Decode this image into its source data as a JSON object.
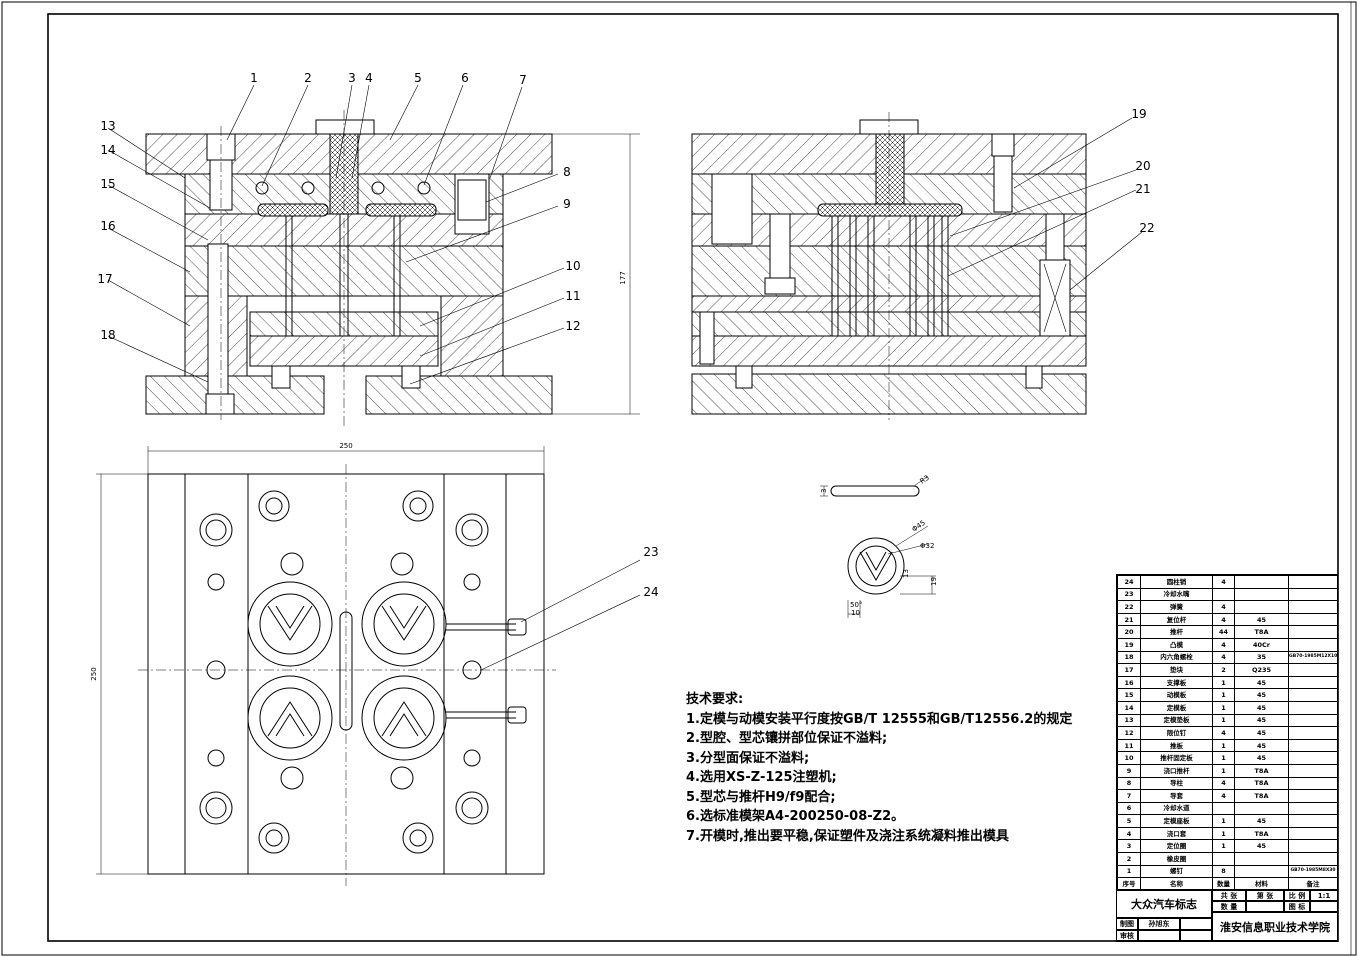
{
  "callouts_left": [
    "1",
    "2",
    "3",
    "4",
    "5",
    "6",
    "7",
    "8",
    "9",
    "10",
    "11",
    "12",
    "13",
    "14",
    "15",
    "16",
    "17",
    "18"
  ],
  "callouts_right": [
    "19",
    "20",
    "21",
    "22"
  ],
  "callouts_plan": [
    "23",
    "24"
  ],
  "dims": {
    "height_left": "177",
    "width_plan": "250",
    "height_plan": "250",
    "part_thick": "3",
    "part_r": "R3",
    "d45": "Φ45",
    "d32": "Φ32",
    "h13": "13",
    "h19": "19",
    "ang": "50°",
    "w10": "10"
  },
  "tech": {
    "heading": "技术要求:",
    "items": [
      "1.定模与动模安装平行度按GB/T 12555和GB/T12556.2的规定",
      "2.型腔、型芯镶拼部位保证不溢料;",
      "3.分型面保证不溢料;",
      "4.选用XS-Z-125注塑机;",
      "5.型芯与推杆H9/f9配合;",
      "6.选标准模架A4-200250-08-Z2。",
      "7.开模时,推出要平稳,保证塑件及浇注系统凝料推出模具"
    ]
  },
  "bom": {
    "rows": [
      {
        "no": "24",
        "name": "圆柱销",
        "qty": "4",
        "mat": "",
        "note": ""
      },
      {
        "no": "23",
        "name": "冷却水嘴",
        "qty": "",
        "mat": "",
        "note": ""
      },
      {
        "no": "22",
        "name": "弹簧",
        "qty": "4",
        "mat": "",
        "note": ""
      },
      {
        "no": "21",
        "name": "复位杆",
        "qty": "4",
        "mat": "45",
        "note": ""
      },
      {
        "no": "20",
        "name": "推杆",
        "qty": "44",
        "mat": "T8A",
        "note": ""
      },
      {
        "no": "19",
        "name": "凸模",
        "qty": "4",
        "mat": "40Cr",
        "note": ""
      },
      {
        "no": "18",
        "name": "内六角螺栓",
        "qty": "4",
        "mat": "35",
        "note": "GB70-1985M12X10"
      },
      {
        "no": "17",
        "name": "垫块",
        "qty": "2",
        "mat": "Q235",
        "note": ""
      },
      {
        "no": "16",
        "name": "支撑板",
        "qty": "1",
        "mat": "45",
        "note": ""
      },
      {
        "no": "15",
        "name": "动模板",
        "qty": "1",
        "mat": "45",
        "note": ""
      },
      {
        "no": "14",
        "name": "定模板",
        "qty": "1",
        "mat": "45",
        "note": ""
      },
      {
        "no": "13",
        "name": "定模垫板",
        "qty": "1",
        "mat": "45",
        "note": ""
      },
      {
        "no": "12",
        "name": "限位钉",
        "qty": "4",
        "mat": "45",
        "note": ""
      },
      {
        "no": "11",
        "name": "推板",
        "qty": "1",
        "mat": "45",
        "note": ""
      },
      {
        "no": "10",
        "name": "推杆固定板",
        "qty": "1",
        "mat": "45",
        "note": ""
      },
      {
        "no": "9",
        "name": "浇口推杆",
        "qty": "1",
        "mat": "T8A",
        "note": ""
      },
      {
        "no": "8",
        "name": "导柱",
        "qty": "4",
        "mat": "T8A",
        "note": ""
      },
      {
        "no": "7",
        "name": "导套",
        "qty": "4",
        "mat": "T8A",
        "note": ""
      },
      {
        "no": "6",
        "name": "冷却水道",
        "qty": "",
        "mat": "",
        "note": ""
      },
      {
        "no": "5",
        "name": "定模座板",
        "qty": "1",
        "mat": "45",
        "note": ""
      },
      {
        "no": "4",
        "name": "浇口套",
        "qty": "1",
        "mat": "T8A",
        "note": ""
      },
      {
        "no": "3",
        "name": "定位圈",
        "qty": "1",
        "mat": "45",
        "note": ""
      },
      {
        "no": "2",
        "name": "橡皮圈",
        "qty": "",
        "mat": "",
        "note": ""
      },
      {
        "no": "1",
        "name": "螺钉",
        "qty": "8",
        "mat": "",
        "note": "GB70-1985M8X30"
      }
    ],
    "header": {
      "no": "序号",
      "name": "名称",
      "qty": "数量",
      "mat": "材料",
      "note": "备注"
    }
  },
  "title_block": {
    "part_name": "大众汽车标志",
    "sheets_total": "共 张",
    "sheet_no": "第 张",
    "scale_label": "比 例",
    "scale": "1:1",
    "qty_label": "数 量",
    "drawing_no": "图 标",
    "drawn_label": "制图",
    "drawn_by": "孙旭东",
    "check_label": "审核",
    "school": "淮安信息职业技术学院"
  }
}
